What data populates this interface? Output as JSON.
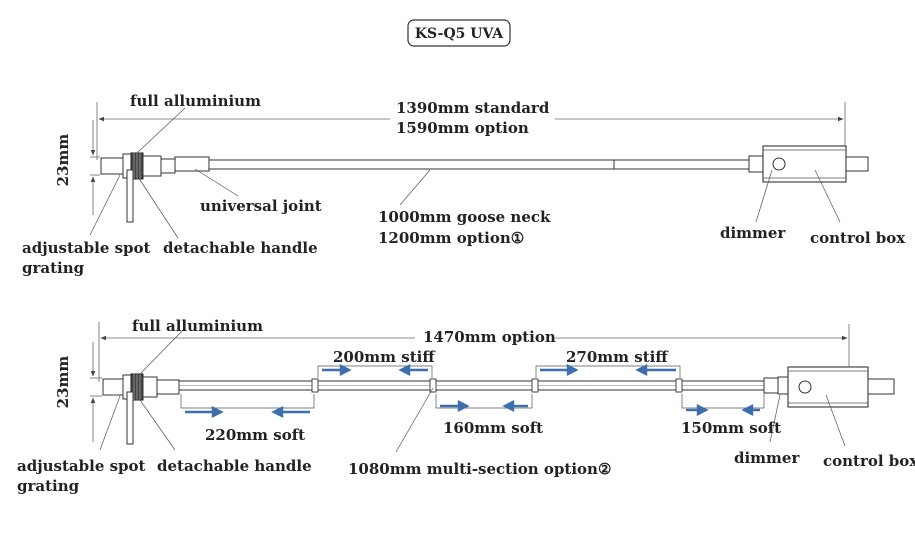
{
  "title": "KS-Q5 UVA",
  "top": {
    "full_alu": "full alluminium",
    "length_standard": "1390mm standard",
    "length_option": "1590mm option",
    "height": "23mm",
    "universal_joint": "universal joint",
    "goose_neck": "1000mm goose neck",
    "goose_option": "1200mm option①",
    "adjustable_spot": "adjustable spot",
    "grating": "grating",
    "detachable_handle": "detachable handle",
    "dimmer": "dimmer",
    "control_box": "control box"
  },
  "bottom": {
    "full_alu": "full alluminium",
    "length_option": "1470mm option",
    "height": "23mm",
    "stiff_200": "200mm stiff",
    "stiff_270": "270mm stiff",
    "soft_220": "220mm soft",
    "soft_160": "160mm soft",
    "soft_150": "150mm soft",
    "adjustable_spot": "adjustable spot",
    "grating": "grating",
    "detachable_handle": "detachable handle",
    "multi_section": "1080mm multi-section option②",
    "dimmer": "dimmer",
    "control_box": "control box"
  },
  "colors": {
    "arrow": "#3d6fb0",
    "line": "#333333"
  }
}
